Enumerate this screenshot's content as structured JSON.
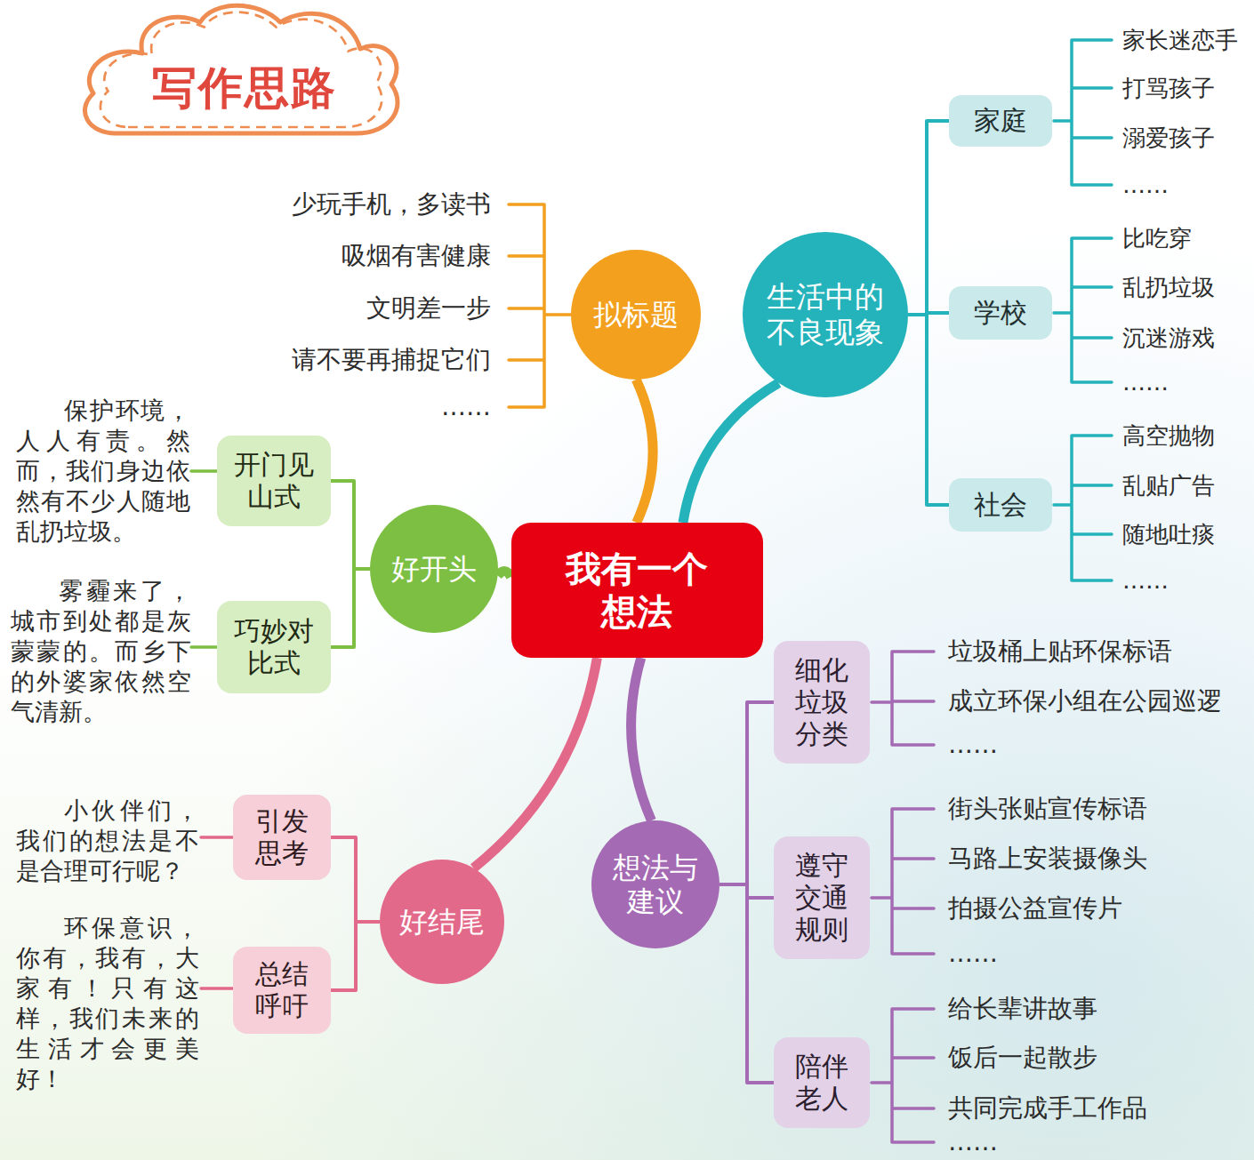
{
  "diagram": {
    "title": "写作思路",
    "nodes": [
      {
        "text": [
          "我有一个想法"
        ]
      },
      {
        "text": [
          "拟标题"
        ]
      },
      {
        "text": [
          "生活中的不良现象"
        ]
      },
      {
        "text": [
          "家庭"
        ]
      },
      {
        "text": [
          "学校"
        ]
      },
      {
        "text": [
          "社会"
        ]
      },
      {
        "text": [
          "好开头"
        ]
      },
      {
        "text": [
          "开门见山式"
        ]
      },
      {
        "text": [
          "巧妙对比式"
        ]
      },
      {
        "text": [
          "想法与建议"
        ]
      },
      {
        "text": [
          "细化垃圾分类"
        ]
      },
      {
        "text": [
          "遵守交通规则"
        ]
      },
      {
        "text": [
          "陪伴老人"
        ]
      },
      {
        "text": [
          "好结尾"
        ]
      },
      {
        "text": [
          "引发思考"
        ]
      },
      {
        "text": [
          "总结呼吁"
        ]
      }
    ],
    "edges": [
      {
        "from": 0,
        "to": 1,
        "arrow": "none"
      },
      {
        "from": 0,
        "to": 2,
        "arrow": "none"
      },
      {
        "from": 2,
        "to": 3,
        "arrow": "none"
      },
      {
        "from": 2,
        "to": 4,
        "arrow": "none"
      },
      {
        "from": 2,
        "to": 5,
        "arrow": "none"
      },
      {
        "from": 0,
        "to": 6,
        "arrow": "none"
      },
      {
        "from": 6,
        "to": 7,
        "arrow": "none"
      },
      {
        "from": 6,
        "to": 8,
        "arrow": "none"
      },
      {
        "from": 0,
        "to": 9,
        "arrow": "none"
      },
      {
        "from": 9,
        "to": 10,
        "arrow": "none"
      },
      {
        "from": 9,
        "to": 11,
        "arrow": "none"
      },
      {
        "from": 9,
        "to": 12,
        "arrow": "none"
      },
      {
        "from": 0,
        "to": 13,
        "arrow": "none"
      },
      {
        "from": 13,
        "to": 14,
        "arrow": "none"
      },
      {
        "from": 13,
        "to": 15,
        "arrow": "none"
      }
    ],
    "labels": [
      "少玩手机，多读书",
      "吸烟有害健康",
      "文明差一步",
      "请不要再捕捉它们",
      "……",
      "家长迷恋手",
      "打骂孩子",
      "溺爱孩子",
      "……",
      "比吃穿",
      "乱扔垃圾",
      "沉迷游戏",
      "……",
      "高空抛物",
      "乱贴广告",
      "随地吐痰",
      "……",
      "保护环境，人人有责。然而，我们身边依然有不少人随地乱扔垃圾。",
      "雾霾来了，城市到处都是灰蒙蒙的。而乡下的外婆家依然空气清新。",
      "垃圾桶上贴环保标语",
      "成立环保小组在公园巡逻",
      "……",
      "街头张贴宣传标语",
      "马路上安装摄像头",
      "拍摄公益宣传片",
      "……",
      "给长辈讲故事",
      "饭后一起散步",
      "共同完成手工作品",
      "……",
      "小伙伴们，我们的想法是不是合理可行呢？",
      "环保意识，你有，我有，大家有！只有这样，我们未来的生活才会更美好！"
    ]
  }
}
